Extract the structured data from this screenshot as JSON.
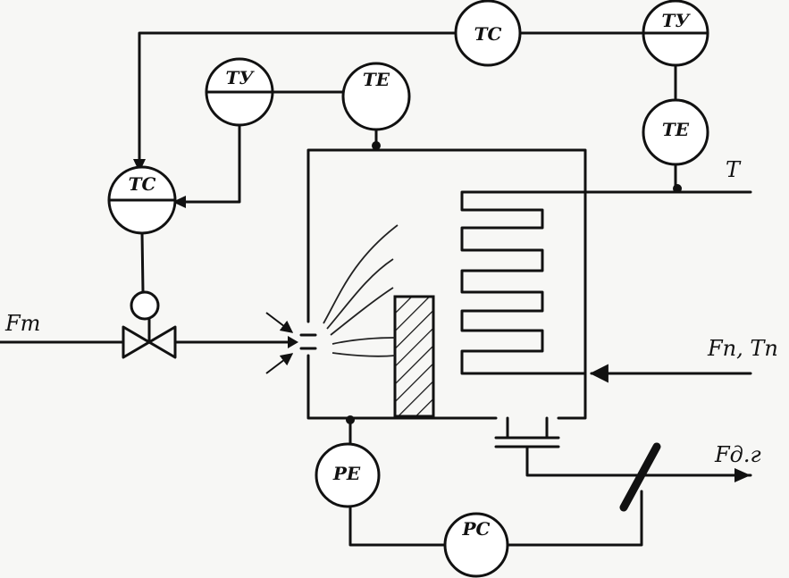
{
  "diagram": {
    "instruments": {
      "tc_top": {
        "tag": "TC"
      },
      "ty_right": {
        "tag": "TУ"
      },
      "te_right": {
        "tag": "TE"
      },
      "ty_left": {
        "tag": "TУ"
      },
      "te_center": {
        "tag": "TE"
      },
      "tc_left": {
        "tag": "TC"
      },
      "pe": {
        "tag": "PE"
      },
      "pc": {
        "tag": "PC"
      }
    },
    "streams": {
      "fuel_in": "Fт",
      "temperature_out": "T",
      "product_in": "Fп, Tп",
      "flue_gas": "Fд.г"
    }
  }
}
